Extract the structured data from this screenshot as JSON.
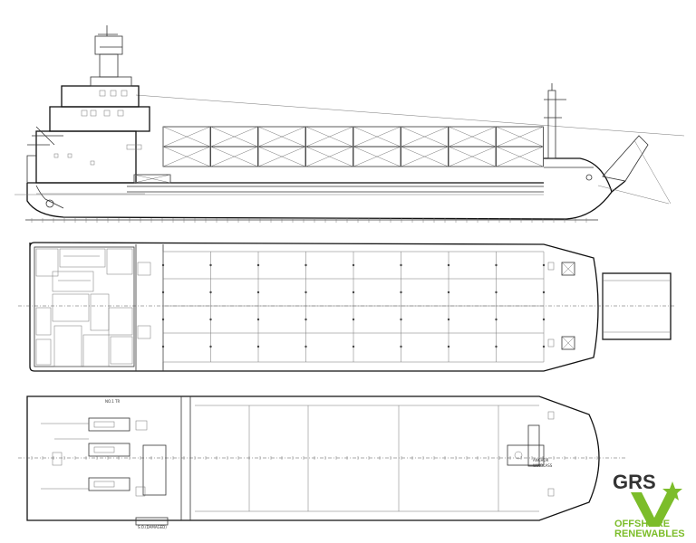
{
  "labels": {
    "plan_note": "NO.1 TR",
    "tank_note": "S.O.(DAMAGED)",
    "aft_note_1": "ANCHOR",
    "aft_note_2": "WINDLASS"
  },
  "logo": {
    "brand": "GRS",
    "line1": "OFFSHORE",
    "line2": "RENEWABLES",
    "brand_color": "#333333",
    "accent_color": "#7cbd2a"
  }
}
